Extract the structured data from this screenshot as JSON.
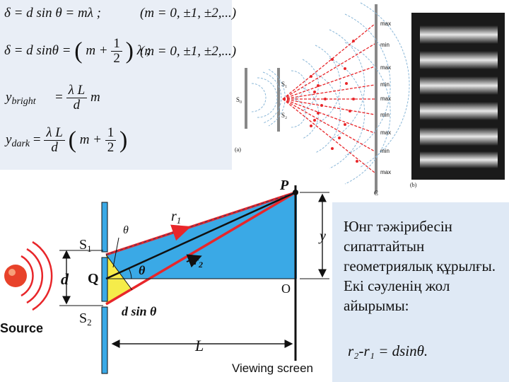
{
  "formulas": {
    "f1_left": "δ = d sin θ = mλ ;",
    "f1_right": "(m = 0, ±1, ±2,...)",
    "f2_left": "δ = d sinθ =",
    "f2_m": "m +",
    "f2_half_num": "1",
    "f2_half_den": "2",
    "f2_tail": "λ ;",
    "f2_right": "(m = 0, ±1, ±2,...)",
    "f3_y": "y",
    "f3_sub": "bright",
    "f3_num": "λ L",
    "f3_den": "d",
    "f3_tail": "m",
    "f4_y": "y",
    "f4_sub": "dark",
    "f4_num": "λ L",
    "f4_den": "d",
    "f4_m": "m +",
    "f4_half_num": "1",
    "f4_half_den": "2"
  },
  "wave_figure": {
    "slit_s0": "S₀",
    "slit_s1": "S₁",
    "slit_s2": "S₂",
    "screen_label": "C",
    "part_a": "(a)",
    "part_b": "(b)",
    "screen_labels": [
      "max",
      "min",
      "max",
      "min",
      "max",
      "min",
      "max",
      "min",
      "max"
    ]
  },
  "geometry": {
    "source": "Source",
    "s1": "S",
    "s1_sub": "1",
    "s2": "S",
    "s2_sub": "2",
    "q": "Q",
    "d": "d",
    "theta_upper": "θ",
    "theta_mid": "θ",
    "r1": "r",
    "r1_sub": "1",
    "r2": "r",
    "r2_sub": "2",
    "d_sin": "d sin θ",
    "p": "P",
    "o": "O",
    "y": "y",
    "L": "L",
    "viewing_screen": "Viewing screen"
  },
  "side": {
    "text": "Юнг тәжірибесін сипаттайтын геометриялық құрылғы. Екі сәуленің жол айырымы:",
    "formula": "r₂-r₁ = dsinθ."
  },
  "colors": {
    "ray": "#e8262a",
    "fill_blue": "#3aa9e6",
    "fill_yellow": "#f5ec4a",
    "panel": "#e9eef6"
  }
}
